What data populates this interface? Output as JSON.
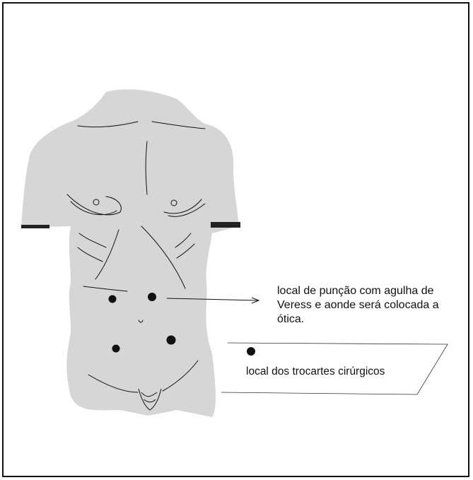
{
  "annotations": {
    "veress_label": "local de punção com agulha de Veress e aonde será colocada a ótica.",
    "legend_label": "local dos trocartes cirúrgicos"
  },
  "colors": {
    "body_fill": "#d6d6d6",
    "ink": "#111111",
    "frame": "#111111"
  },
  "icons": {
    "torso": "torso-sketch",
    "marker": "filled-circle-dot"
  }
}
